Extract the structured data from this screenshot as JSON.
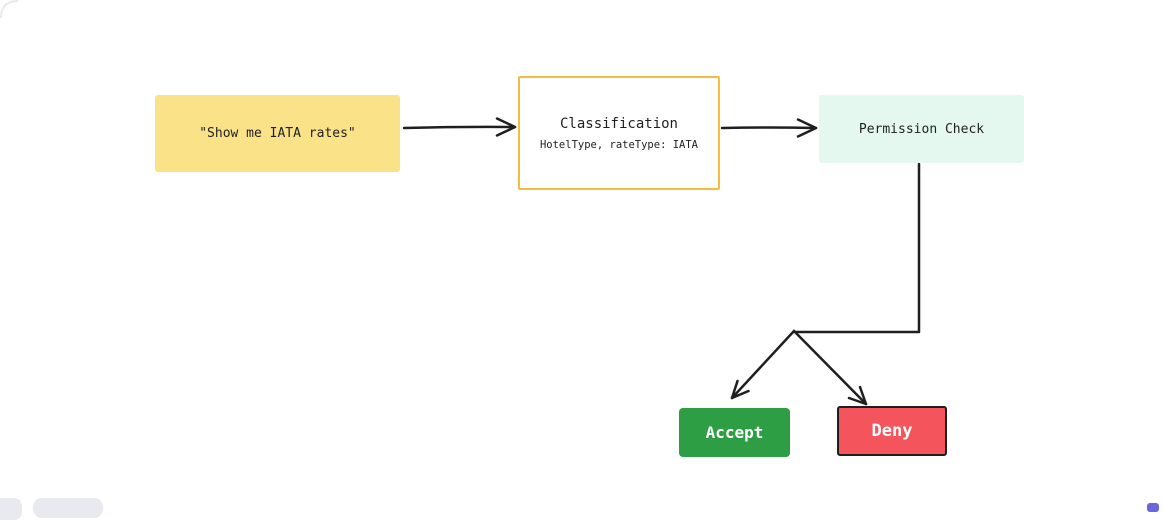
{
  "app": {
    "background": "#ffffff",
    "stroke_color": "#1f1f1f"
  },
  "flowchart": {
    "query_node": {
      "label": "\"Show me IATA rates\"",
      "fill": "#F9E287",
      "text_color": "#1f1f1f"
    },
    "classification_node": {
      "title": "Classification",
      "subtitle": "HotelType, rateType: IATA",
      "fill": "#FFFFFF",
      "border": "#F5BC42",
      "text_color": "#1f1f1f"
    },
    "permission_node": {
      "label": "Permission Check",
      "fill": "#E4F8F0",
      "text_color": "#1f1f1f"
    },
    "accept_node": {
      "label": "Accept",
      "fill": "#2E9E44",
      "text_color": "#ffffff"
    },
    "deny_node": {
      "label": "Deny",
      "fill": "#F4545B",
      "border": "#1e1e1e",
      "text_color": "#ffffff"
    }
  },
  "ui": {
    "bottom_left_toolbar_color": "#E9EAF0",
    "bottom_right_accent_color": "#6965DB",
    "canvas_corner_color": "#e9e9ed"
  }
}
